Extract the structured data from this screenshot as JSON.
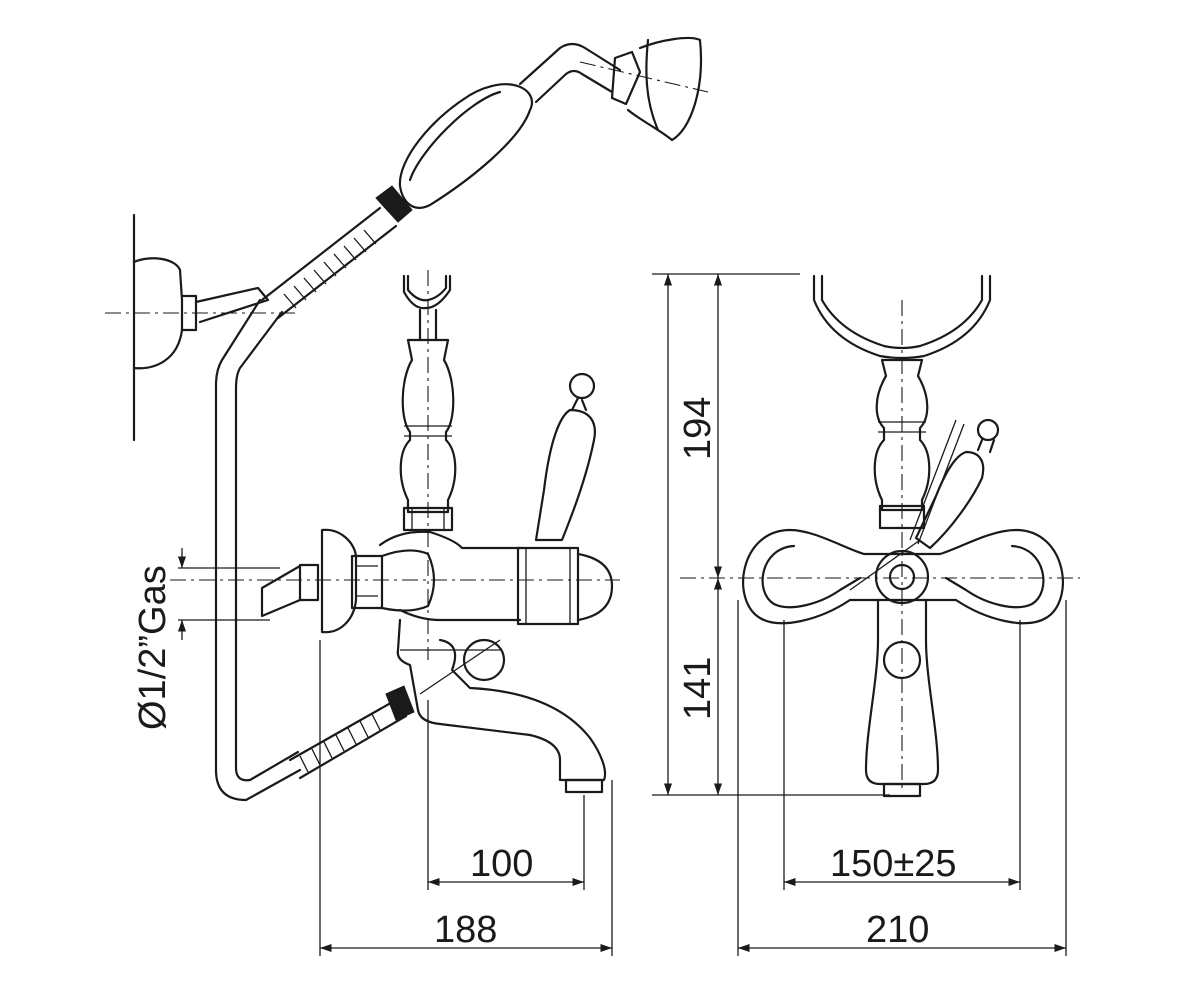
{
  "dimensions": {
    "spout_reach": "100",
    "side_depth": "188",
    "centre_distance": "150±25",
    "front_width": "210",
    "height_upper": "194",
    "height_lower": "141",
    "connection": "Ø1/2”Gas"
  }
}
